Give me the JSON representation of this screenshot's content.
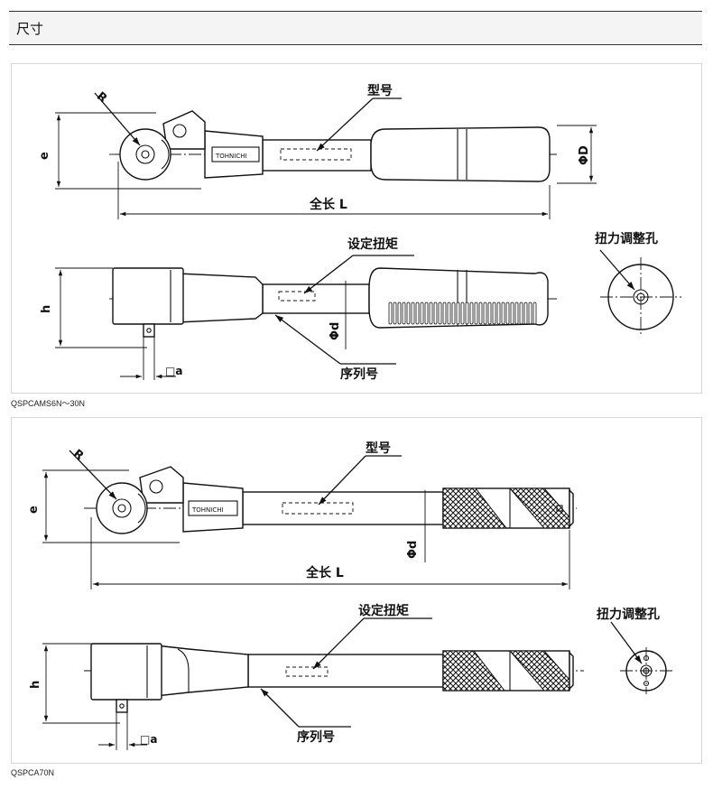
{
  "section_title": "尺寸",
  "diagrams": [
    {
      "caption": "QSPCAMS6N～30N",
      "labels": {
        "R": "R",
        "model": "型号",
        "e": "e",
        "phiD": "ΦD",
        "total_length": "全长 L",
        "set_torque": "设定扭矩",
        "adjust_hole": "扭力调整孔",
        "h": "h",
        "phid": "Φd",
        "serial": "序列号",
        "square": "□a",
        "brand": "TOHNICHI"
      }
    },
    {
      "caption": "QSPCA70N",
      "labels": {
        "R": "R",
        "model": "型号",
        "e": "e",
        "phid": "Φd",
        "total_length": "全长 L",
        "set_torque": "设定扭矩",
        "adjust_hole": "扭力调整孔",
        "h": "h",
        "serial": "序列号",
        "square": "□a",
        "brand": "TOHNICHI"
      }
    }
  ]
}
